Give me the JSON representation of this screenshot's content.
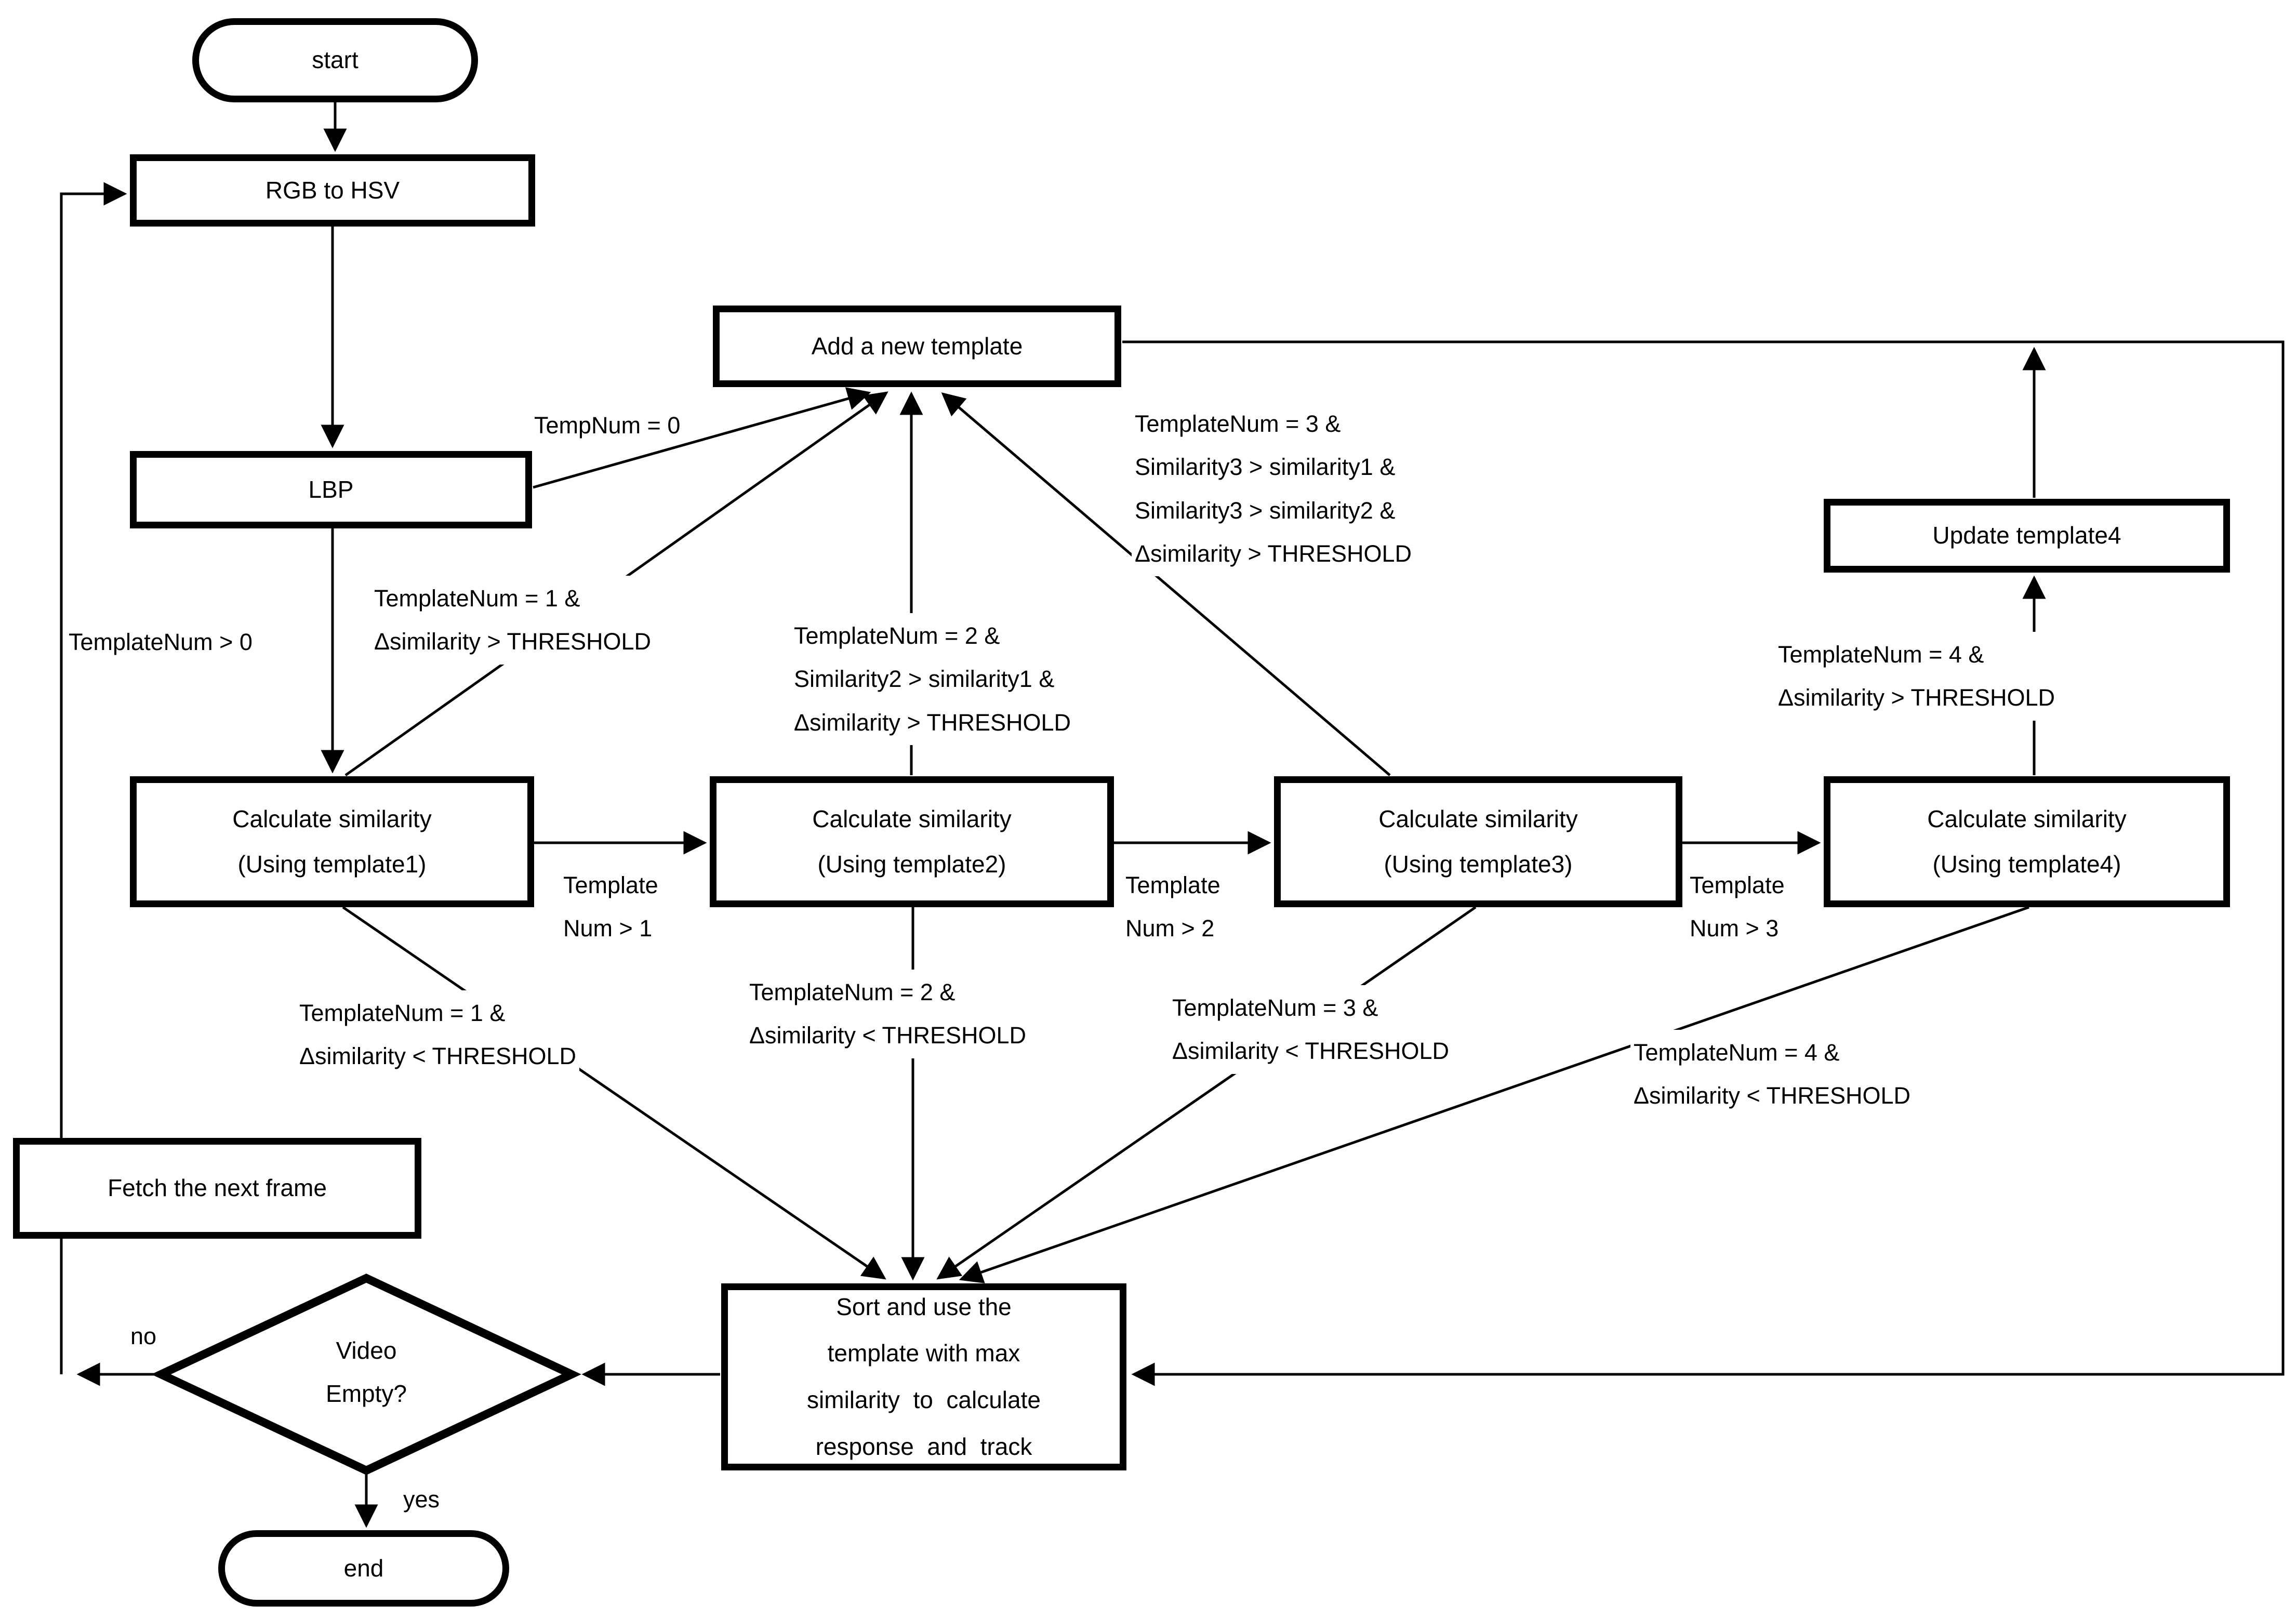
{
  "nodes": {
    "start": {
      "label": "start"
    },
    "rgb_to_hsv": {
      "label": "RGB to HSV"
    },
    "lbp": {
      "label": "LBP"
    },
    "add_template": {
      "label": "Add a new template"
    },
    "update_template4": {
      "label": "Update template4"
    },
    "calc1": {
      "label": "Calculate similarity\n(Using template1)"
    },
    "calc2": {
      "label": "Calculate similarity\n(Using template2)"
    },
    "calc3": {
      "label": "Calculate similarity\n(Using template3)"
    },
    "calc4": {
      "label": "Calculate similarity\n(Using template4)"
    },
    "sort_track": {
      "label": "Sort and use the\ntemplate with max\nsimilarity  to  calculate\nresponse  and  track"
    },
    "fetch_frame": {
      "label": "Fetch the next frame"
    },
    "video_empty": {
      "label": "Video\nEmpty?"
    },
    "end": {
      "label": "end"
    }
  },
  "edge_labels": {
    "template_num_gt0": "TemplateNum > 0",
    "temp_num_eq0": "TempNum = 0",
    "tpl1_gt": "TemplateNum = 1 &\nΔsimilarity > THRESHOLD",
    "tpl2_gt": "TemplateNum = 2 &\nSimilarity2 > similarity1 &\nΔsimilarity > THRESHOLD",
    "tpl3_gt": "TemplateNum = 3 &\nSimilarity3 > similarity1 &\nSimilarity3 > similarity2 &\nΔsimilarity > THRESHOLD",
    "tpl4_gt": "TemplateNum = 4 &\nΔsimilarity > THRESHOLD",
    "tpl1_lt": "TemplateNum = 1 &\nΔsimilarity < THRESHOLD",
    "tpl2_lt": "TemplateNum = 2 &\nΔsimilarity < THRESHOLD",
    "tpl3_lt": "TemplateNum = 3 &\nΔsimilarity < THRESHOLD",
    "tpl4_lt": "TemplateNum = 4 &\nΔsimilarity < THRESHOLD",
    "num_gt1": "Template\nNum > 1",
    "num_gt2": "Template\nNum > 2",
    "num_gt3": "Template\nNum > 3",
    "no": "no",
    "yes": "yes"
  },
  "colors": {
    "stroke": "#000000",
    "background": "#ffffff"
  }
}
